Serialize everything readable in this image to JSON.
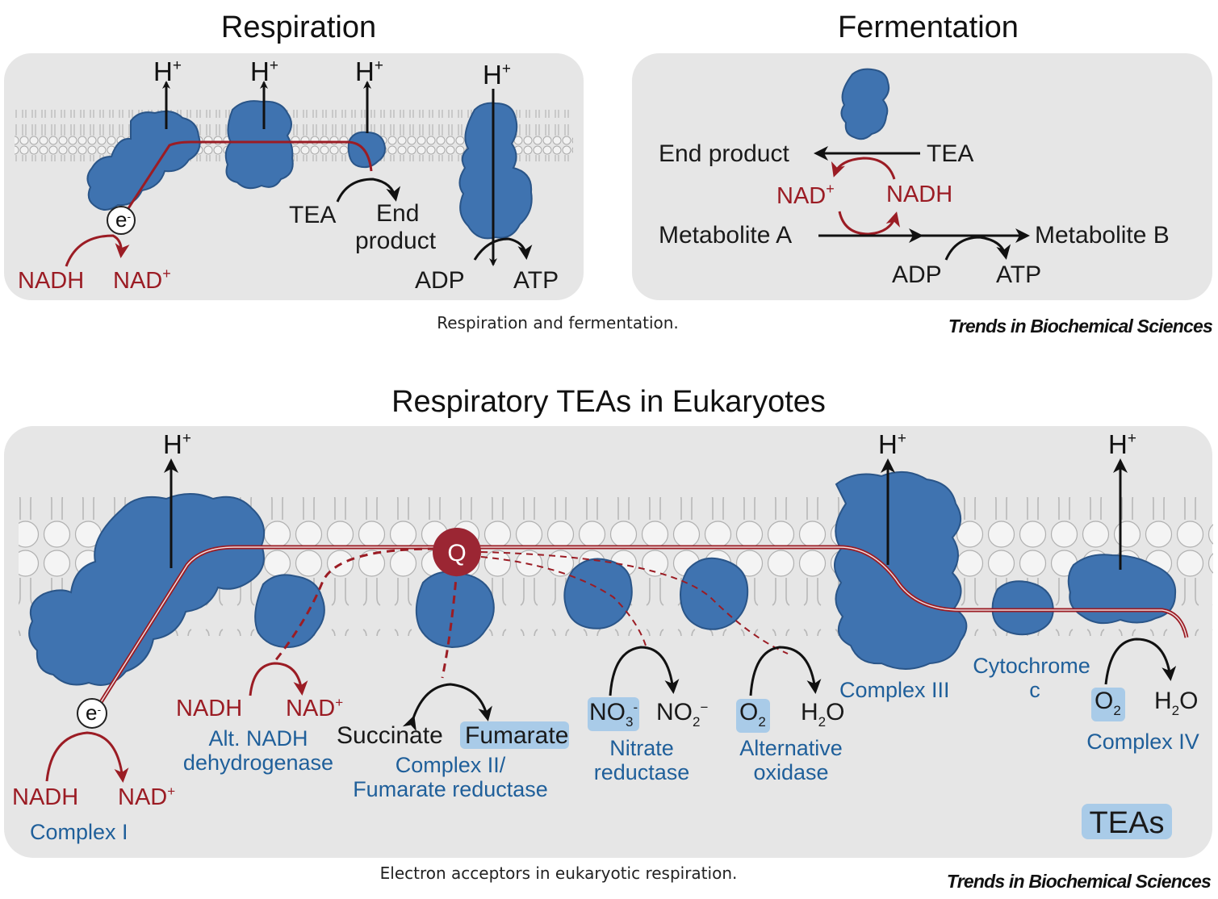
{
  "respiration": {
    "title": "Respiration",
    "h_plus": "H",
    "plus": "+",
    "electron": "e",
    "electron_sup": "-",
    "nadh": "NADH",
    "nad_plus": "NAD",
    "tea": "TEA",
    "end_product_line1": "End",
    "end_product_line2": "product",
    "adp": "ADP",
    "atp": "ATP"
  },
  "fermentation": {
    "title": "Fermentation",
    "end_product": "End product",
    "tea": "TEA",
    "nad_plus": "NAD",
    "nadh": "NADH",
    "metabolite_a": "Metabolite A",
    "metabolite_b": "Metabolite B",
    "adp": "ADP",
    "atp": "ATP"
  },
  "top_caption": "Respiration and fermentation.",
  "journal": "Trends in Biochemical Sciences",
  "eukaryotes": {
    "title": "Respiratory TEAs in Eukaryotes",
    "q": "Q",
    "complex1": {
      "nadh": "NADH",
      "nad": "NAD",
      "name": "Complex I"
    },
    "alt_nadh": {
      "nadh": "NADH",
      "nad": "NAD",
      "name_line1": "Alt. NADH",
      "name_line2": "dehydrogenase"
    },
    "complex2": {
      "succinate": "Succinate",
      "fumarate": "Fumarate",
      "name_line1": "Complex II/",
      "name_line2": "Fumarate reductase"
    },
    "nitrate": {
      "no3": "NO",
      "no3_sub": "3",
      "no3_sup": "-",
      "no2": "NO",
      "no2_sub": "2",
      "no2_sup": "−",
      "name_line1": "Nitrate",
      "name_line2": "reductase"
    },
    "alt_oxidase": {
      "o2": "O",
      "o2_sub": "2",
      "h2o": "H",
      "h2o_sub": "2",
      "h2o_o": "O",
      "name_line1": "Alternative",
      "name_line2": "oxidase"
    },
    "complex3": {
      "name": "Complex III"
    },
    "cytc": {
      "name_line1": "Cytochrome",
      "name_line2": "c"
    },
    "complex4": {
      "o2": "O",
      "o2_sub": "2",
      "h2o": "H",
      "h2o_sub": "2",
      "h2o_o": "O",
      "name": "Complex IV"
    },
    "teas_legend": "TEAs"
  },
  "bottom_caption": "Electron acceptors in eukaryotic respiration.",
  "colors": {
    "red": "#9b1c24",
    "blue_text": "#1f5f9a",
    "protein": "#3f73b0",
    "tea_highlight": "#a9cbe8",
    "panel": "#e6e6e6"
  }
}
